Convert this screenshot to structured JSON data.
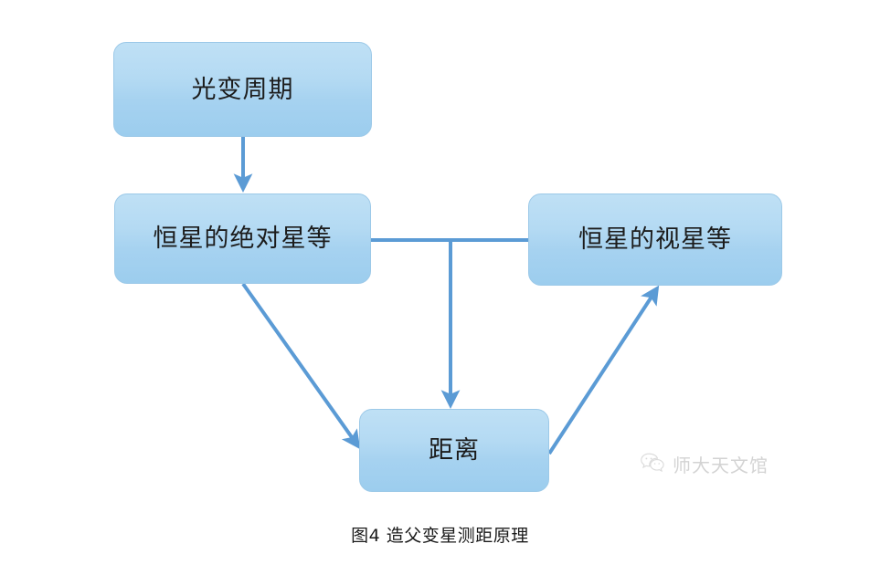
{
  "figure": {
    "caption": "图4 造父变星测距原理",
    "background_color": "#ffffff",
    "box_fill_top": "#bfe0f5",
    "box_fill_bottom": "#9ccdee",
    "box_border_color": "#9cc9e8",
    "connector_color": "#5b9bd5"
  },
  "nodes": [
    {
      "id": "period",
      "label": "光变周期"
    },
    {
      "id": "absmag",
      "label": "恒星的绝对星等"
    },
    {
      "id": "appmag",
      "label": "恒星的视星等"
    },
    {
      "id": "distance",
      "label": "距离"
    }
  ],
  "connectors": [
    {
      "id": "period-to-absmag",
      "from": "period",
      "to": "absmag",
      "style": "arrow-down"
    },
    {
      "id": "absmag-to-appmag",
      "from": "absmag",
      "to": "appmag",
      "style": "line-horizontal"
    },
    {
      "id": "junction-to-distance",
      "from": "absmag-appmag-junction",
      "to": "distance",
      "style": "arrow-down"
    },
    {
      "id": "absmag-to-distance",
      "from": "absmag",
      "to": "distance",
      "style": "arrow-diagonal"
    },
    {
      "id": "distance-to-appmag",
      "from": "distance",
      "to": "appmag",
      "style": "arrow-diagonal"
    }
  ],
  "watermark": {
    "text": "师大天文馆",
    "icon": "wechat-icon",
    "color": "#b9b9b9"
  }
}
